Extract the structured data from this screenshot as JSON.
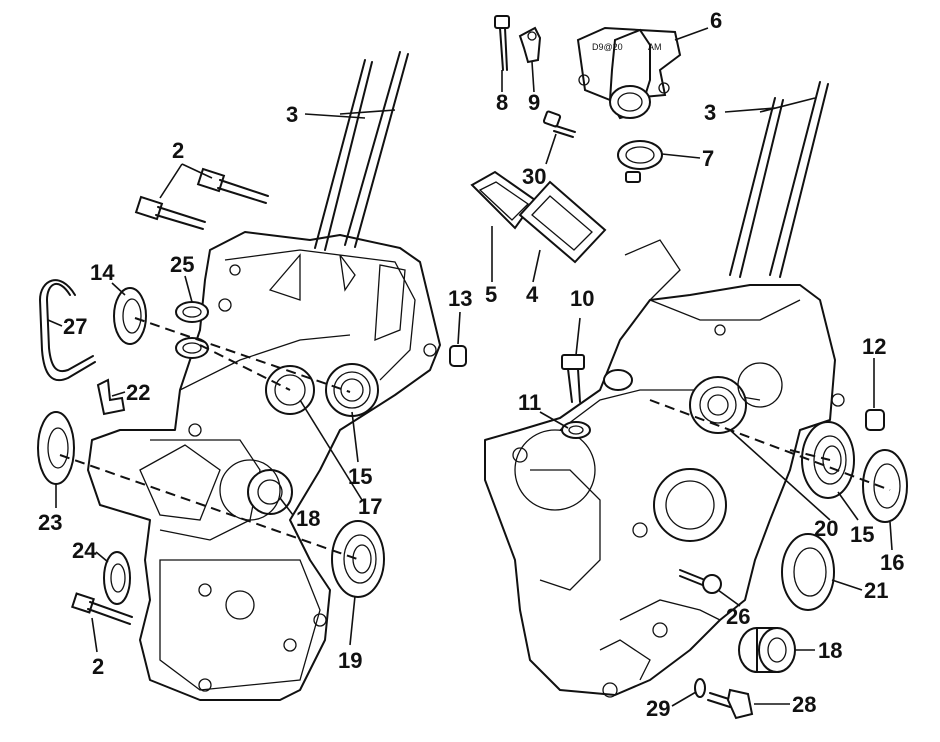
{
  "callouts": [
    {
      "id": "c2a",
      "text": "2"
    },
    {
      "id": "c3a",
      "text": "3"
    },
    {
      "id": "c14",
      "text": "14"
    },
    {
      "id": "c25",
      "text": "25"
    },
    {
      "id": "c27",
      "text": "27"
    },
    {
      "id": "c22",
      "text": "22"
    },
    {
      "id": "c23",
      "text": "23"
    },
    {
      "id": "c24",
      "text": "24"
    },
    {
      "id": "c2b",
      "text": "2"
    },
    {
      "id": "c15a",
      "text": "15"
    },
    {
      "id": "c17",
      "text": "17"
    },
    {
      "id": "c18a",
      "text": "18"
    },
    {
      "id": "c19",
      "text": "19"
    },
    {
      "id": "c13",
      "text": "13"
    },
    {
      "id": "c8",
      "text": "8"
    },
    {
      "id": "c9",
      "text": "9"
    },
    {
      "id": "c6",
      "text": "6"
    },
    {
      "id": "c30",
      "text": "30"
    },
    {
      "id": "c7",
      "text": "7"
    },
    {
      "id": "c5",
      "text": "5"
    },
    {
      "id": "c4",
      "text": "4"
    },
    {
      "id": "c3b",
      "text": "3"
    },
    {
      "id": "c10",
      "text": "10"
    },
    {
      "id": "c11",
      "text": "11"
    },
    {
      "id": "c12",
      "text": "12"
    },
    {
      "id": "c20",
      "text": "20"
    },
    {
      "id": "c15b",
      "text": "15"
    },
    {
      "id": "c16",
      "text": "16"
    },
    {
      "id": "c21",
      "text": "21"
    },
    {
      "id": "c26",
      "text": "26"
    },
    {
      "id": "c18b",
      "text": "18"
    },
    {
      "id": "c29",
      "text": "29"
    },
    {
      "id": "c28",
      "text": "28"
    }
  ],
  "intake_stamps": {
    "left": "D9@20",
    "right": "AM"
  }
}
